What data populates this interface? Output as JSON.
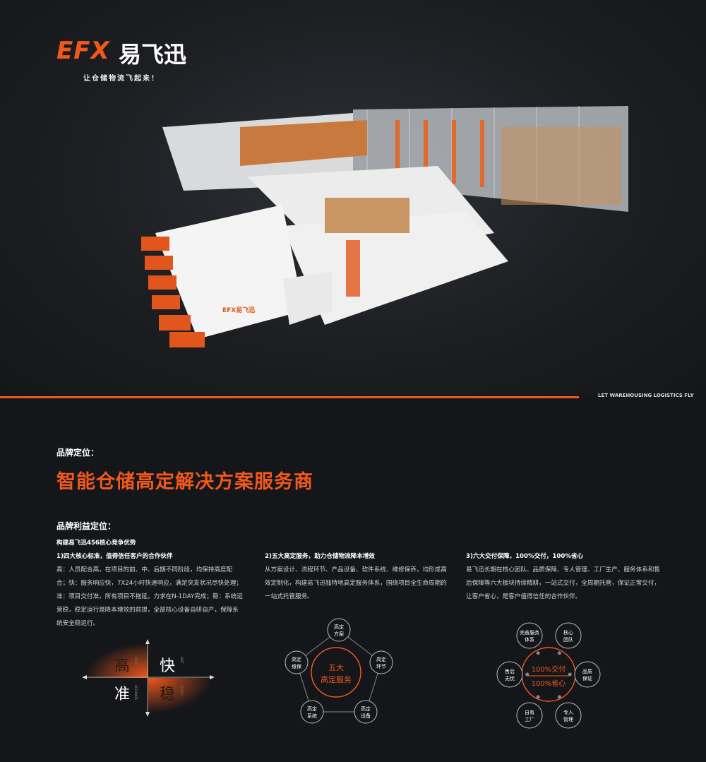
{
  "logo": {
    "en": "EFX",
    "cn": "易飞迅",
    "slogan": "让仓储物流飞起来！"
  },
  "banner": {
    "tagline_en": "LET WAREHOUSING LOGISTICS FLY",
    "truck_label": "EFX易飞迅"
  },
  "brand": {
    "position_label": "品牌定位：",
    "headline": "智能仓储高定解决方案服务商",
    "benefit_label": "品牌利益定位："
  },
  "columns": [
    {
      "intro": "构建易飞迅456核心竞争优势",
      "title": "1)四大核心标准，值得信任客户的合作伙伴",
      "body": "高：人员配合高，在项目的前、中、后期不同阶段，均保持高度配合；快：服务响应快，7X24小时快速响应，满足突发状况尽快处理；准：项目交付准，所有项目不拖延，力求在N-1DAY完成；稳：系统运营稳，稳定运行是降本增效的前提，全部核心设备自研自产，保障系统安全稳运行。"
    },
    {
      "title": "2)五大高定服务，助力仓储物流降本增效",
      "body": "从方案设计、流程环节、产品设备、软件系统、维修保养，均形成高效定制化，构建易飞迅独特地高定服务体系，围绕项目全生命周期的一站式托管服务。"
    },
    {
      "title": "3)六大交付保障，100%交付，100%省心",
      "body": "易飞迅长期在核心团队、品质保障、专人管理、工厂生产、服务体系和售后保障等六大板块持续精耕，一站式交付，全周期托管，保证正常交付，让客户省心，是客户值得信任的合作伙伴。"
    }
  ],
  "quadrant": {
    "items": [
      {
        "cn": "高",
        "en": "HIGH"
      },
      {
        "cn": "快",
        "en": "FAST"
      },
      {
        "cn": "准",
        "en": "ACCURATE"
      },
      {
        "cn": "稳",
        "en": "STABLE"
      }
    ]
  },
  "pentagon": {
    "center": [
      "五大",
      "高定服务"
    ],
    "nodes": [
      [
        "高定",
        "方案"
      ],
      [
        "高定",
        "环节"
      ],
      [
        "高定",
        "设备"
      ],
      [
        "高定",
        "系统"
      ],
      [
        "高定",
        "维保"
      ]
    ]
  },
  "six": {
    "center": [
      "100%交付",
      "100%省心"
    ],
    "nodes": [
      [
        "完善服务",
        "体系"
      ],
      [
        "核心",
        "团队"
      ],
      [
        "品质",
        "保证"
      ],
      [
        "专人",
        "管理"
      ],
      [
        "自有",
        "工厂"
      ],
      [
        "售后",
        "无忧"
      ]
    ]
  },
  "colors": {
    "accent": "#f2581c",
    "bg": "#141619"
  }
}
